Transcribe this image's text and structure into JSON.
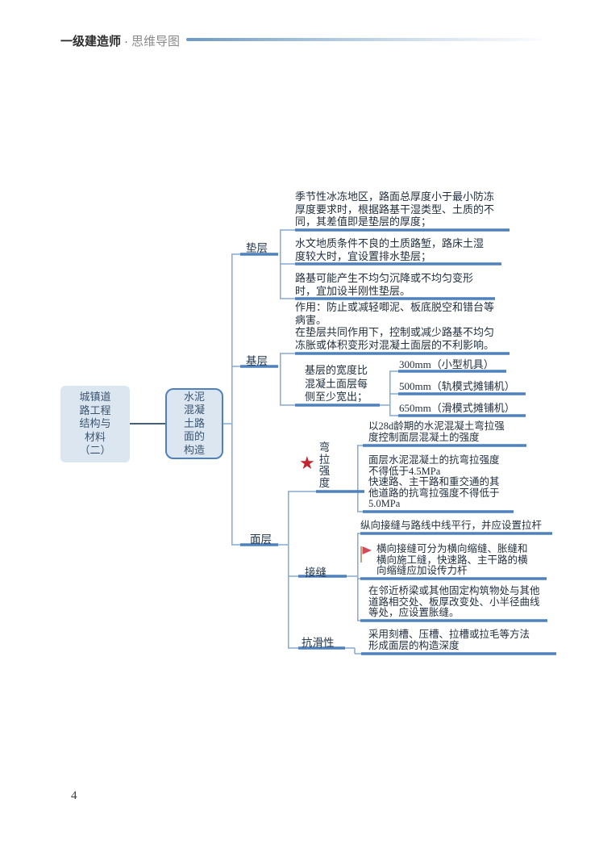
{
  "header": {
    "brand": "一级建造师",
    "separator": "·",
    "subtitle": "思维导图"
  },
  "page": {
    "number": "4"
  },
  "colors": {
    "topic_underline": "#4f81bd",
    "connector": "#85a9d2",
    "root_connector": "#2b4a68",
    "node_fill": "#dce6f1",
    "node_border": "#4f81bd",
    "star_icon": "#c32430",
    "flag_icon": "#d14b57",
    "text": "#1f2d3d"
  },
  "icons": {
    "importance": "star-icon",
    "priority": "flag-icon"
  },
  "mindmap": {
    "root": {
      "label": "城镇道\n路工程\n结构与\n材料\n（二）"
    },
    "topic": {
      "label": "水泥\n混凝\n土路\n面的\n构造"
    },
    "dianceng": {
      "label": "垫层",
      "leaves": [
        {
          "text": "季节性冰冻地区，路面总厚度小于最小防冻\n厚度要求时，根据路基干湿类型、土质的不\n同，其差值即是垫层的厚度；"
        },
        {
          "text": "水文地质条件不良的土质路堑，路床土湿\n度较大时，宜设置排水垫层；"
        },
        {
          "text": "路基可能产生不均匀沉降或不均匀变形\n时，宜加设半刚性垫层。"
        }
      ]
    },
    "jiceng": {
      "label": "基层",
      "effect": "作用：防止或减轻唧泥、板底脱空和错台等\n病害。\n在垫层共同作用下，控制或减少路基不均匀\n冻胀或体积变形对混凝土面层的不利影响。",
      "width_rule": "基层的宽度比\n混凝土面层每\n侧至少宽出；",
      "width_options": [
        {
          "text": "300mm（小型机具）"
        },
        {
          "text": "500mm（轨模式摊铺机）"
        },
        {
          "text": "650mm（滑模式摊铺机）"
        }
      ]
    },
    "mianceng": {
      "label": "面层",
      "wanla": {
        "label": "弯\n拉\n强\n度",
        "leaves": [
          {
            "text": "以28d龄期的水泥混凝土弯拉强\n度控制面层混凝土的强度"
          },
          {
            "text": "面层水泥混凝土的抗弯拉强度\n不得低于4.5MPa\n快速路、主干路和重交通的其\n他道路的抗弯拉强度不得低于\n5.0MPa"
          }
        ]
      },
      "jiefeng": {
        "label": "接缝",
        "leaves": [
          {
            "text": "纵向接缝与路线中线平行，并应设置拉杆"
          },
          {
            "text": "横向接缝可分为横向缩缝、胀缝和\n横向施工缝，快速路、主干路的横\n向缩缝应加设传力杆"
          },
          {
            "text": "在邻近桥梁或其他固定构筑物处与其他\n道路相交处、板厚改变处、小半径曲线\n等处，应设置胀缝。"
          }
        ]
      },
      "kanghua": {
        "label": "抗滑性",
        "leaves": [
          {
            "text": "采用刻槽、压槽、拉槽或拉毛等方法\n形成面层的构造深度"
          }
        ]
      }
    }
  }
}
